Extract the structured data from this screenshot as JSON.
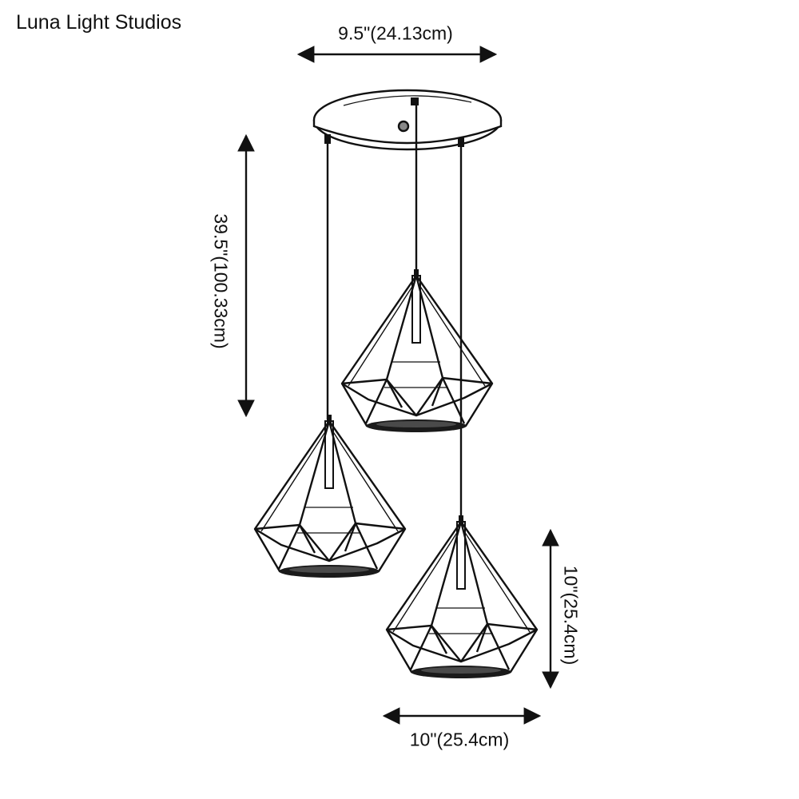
{
  "brand": {
    "name": "Luna Light Studios"
  },
  "dimensions": {
    "canopy_width": "9.5\"(24.13cm)",
    "drop_length": "39.5\"(100.33cm)",
    "shade_height": "10\"(25.4cm)",
    "shade_width": "10\"(25.4cm)"
  },
  "colors": {
    "line": "#111111",
    "background": "#ffffff"
  }
}
